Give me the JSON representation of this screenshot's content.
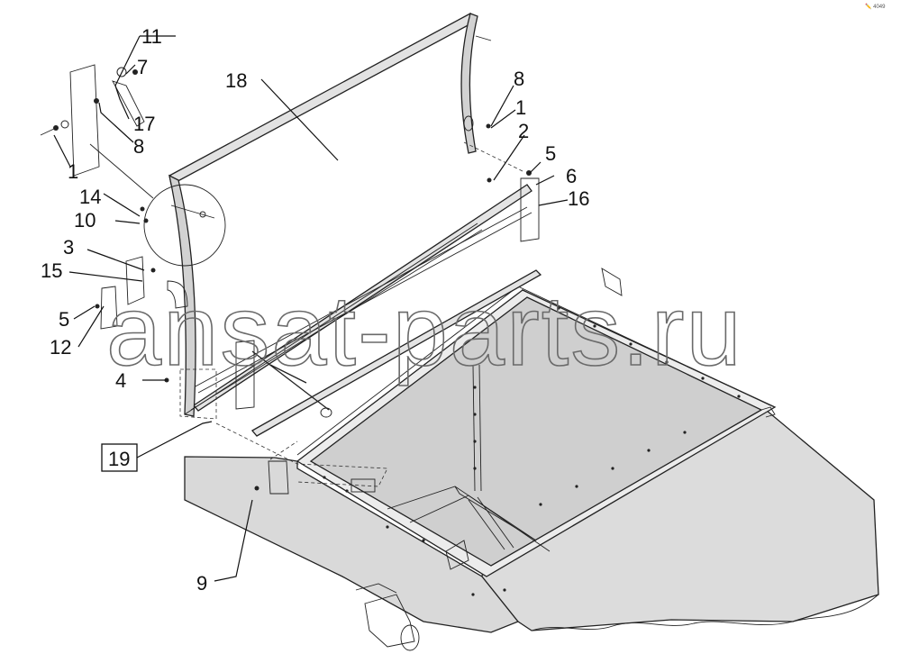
{
  "watermark": "ansat-parts.ru",
  "corner_mark": "✏️ 4049",
  "callouts": {
    "c1a": "1",
    "c1b": "1",
    "c2": "2",
    "c3": "3",
    "c4": "4",
    "c5a": "5",
    "c5b": "5",
    "c6": "6",
    "c7": "7",
    "c8a": "8",
    "c8b": "8",
    "c9": "9",
    "c10": "10",
    "c11": "11",
    "c12": "12",
    "c14": "14",
    "c15": "15",
    "c16": "16",
    "c17": "17",
    "c18": "18",
    "c19": "19"
  }
}
